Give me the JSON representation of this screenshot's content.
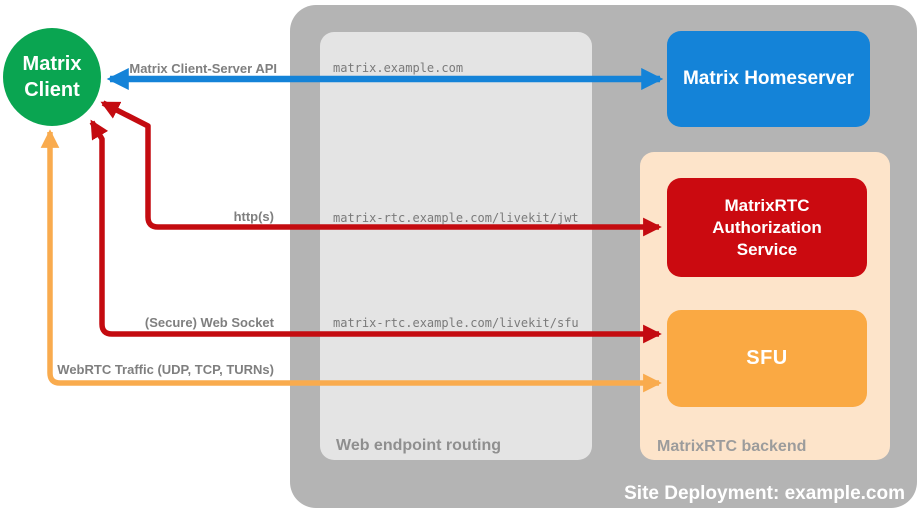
{
  "theme": {
    "green": "#0aa551",
    "blue": "#1483d8",
    "blue_arrow": "#1483d8",
    "red": "#cb0a10",
    "red_arrow": "#c40b10",
    "orange": "#faa943",
    "orange_arrow": "#f9ab4e",
    "peach": "#fde4ca",
    "outer_gray": "#b4b4b4",
    "inner_gray": "#e4e4e4",
    "label_gray": "#7f7f7f"
  },
  "nodes": {
    "matrix_client": {
      "label": "Matrix Client"
    },
    "matrix_homeserver": {
      "label": "Matrix Homeserver"
    },
    "matrixrtc_authorization_service": {
      "label": "MatrixRTC Authorization Service"
    },
    "sfu": {
      "label": "SFU"
    }
  },
  "containers": {
    "site_deployment": {
      "label": "Site Deployment: example.com"
    },
    "web_endpoint_routing": {
      "label": "Web endpoint routing"
    },
    "matrixrtc_backend": {
      "label": "MatrixRTC backend"
    }
  },
  "endpoints": {
    "homeserver": "matrix.example.com",
    "jwt": "matrix-rtc.example.com/livekit/jwt",
    "sfu": "matrix-rtc.example.com/livekit/sfu"
  },
  "arrows": {
    "client_server_api": {
      "label": "Matrix Client-Server API",
      "color": "#1483d8",
      "bidirectional": true
    },
    "http": {
      "label": "http(s)",
      "color": "#c40b10",
      "bidirectional": true
    },
    "web_socket": {
      "label": "(Secure) Web Socket",
      "color": "#c40b10",
      "bidirectional": true
    },
    "webrtc_traffic": {
      "label": "WebRTC Traffic (UDP, TCP, TURNs)",
      "color": "#f9ab4e",
      "bidirectional": true
    }
  }
}
